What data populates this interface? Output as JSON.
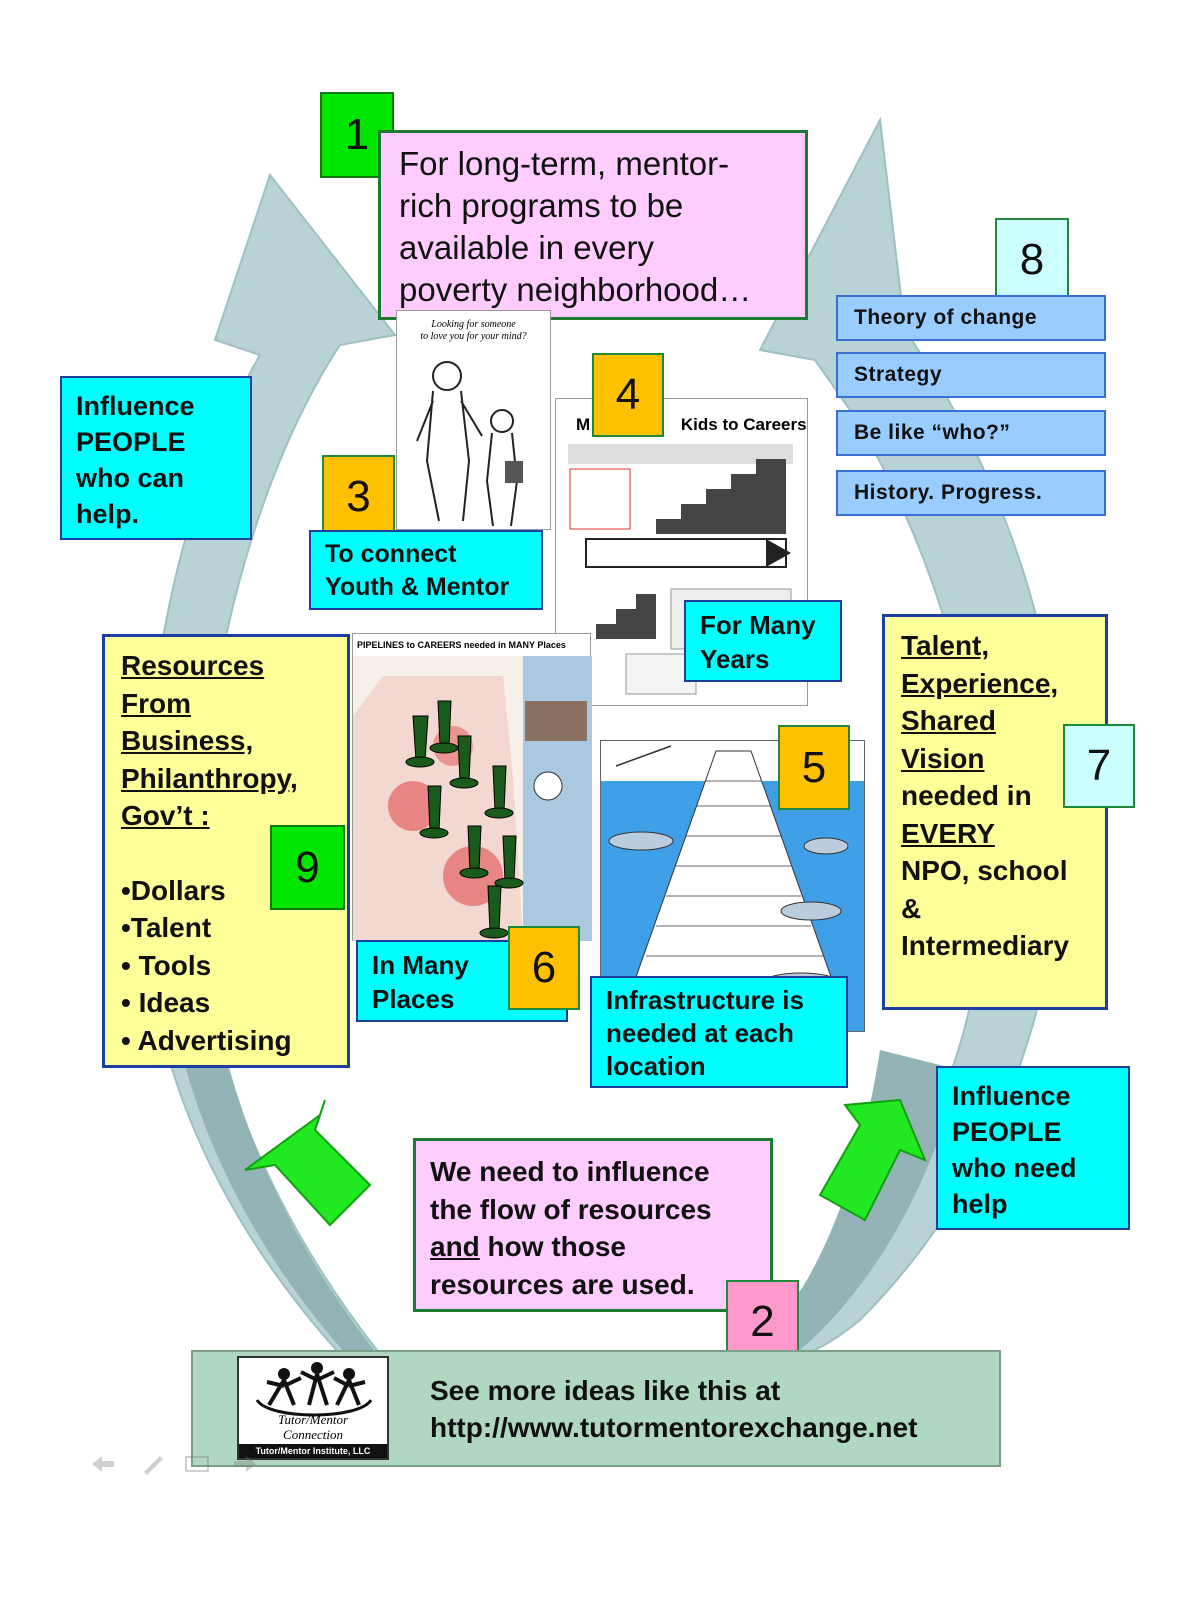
{
  "colors": {
    "cycle_arrow": "#b7d3d6",
    "cycle_arrow_dark": "#93b3b7",
    "green_arrow": "#22e822",
    "cyan": "#00ffff",
    "pink": "#ffccff",
    "yellow": "#ffff99",
    "light_blue": "#99ccff",
    "number_green": "#00e600",
    "number_orange": "#ffc000",
    "number_pink": "#ff99cc",
    "number_lightcyan": "#ccffff",
    "footer": "#b0d8c0"
  },
  "box1": {
    "number": "1",
    "lines": [
      "For long-term, mentor-",
      "rich programs to be",
      "available in every",
      "poverty neighborhood…"
    ]
  },
  "box2": {
    "number": "2",
    "lines": [
      "We need to influence",
      "the flow of resources"
    ],
    "line3_underlined": "and",
    "line3_rest": " how those",
    "line4": "resources are used."
  },
  "box3": {
    "number": "3",
    "lines": [
      "To connect",
      "Youth & Mentor"
    ]
  },
  "box4": {
    "number": "4",
    "lines": [
      "For Many",
      "Years"
    ]
  },
  "box5": {
    "number": "5",
    "lines": [
      "Infrastructure is",
      "needed at each",
      "location"
    ]
  },
  "box6": {
    "number": "6",
    "lines": [
      "In Many",
      "Places"
    ]
  },
  "box7": {
    "number": "7",
    "underlined_lines": [
      "Talent,",
      "Experience,",
      "Shared",
      "Vision"
    ],
    "line5": "needed in",
    "line6": "EVERY",
    "line7": "NPO, school",
    "line8": "&",
    "line9": "Intermediary"
  },
  "box8": {
    "number": "8",
    "items": [
      "Theory of change",
      "Strategy",
      "Be like “who?”",
      "History. Progress."
    ]
  },
  "box9": {
    "number": "9",
    "underlined_lines": [
      "Resources",
      "From",
      "Business,",
      "Philanthropy,",
      "Gov’t :"
    ],
    "items": [
      "•Dollars",
      "•Talent",
      "• Tools",
      "• Ideas",
      "• Advertising"
    ]
  },
  "influence_help": [
    "Influence",
    "PEOPLE",
    "who can",
    "help."
  ],
  "influence_need": [
    "Influence",
    "PEOPLE",
    "who need",
    "help"
  ],
  "images": {
    "cartoon": {
      "caption": [
        "Looking for someone",
        "to love you for your mind?"
      ],
      "icon": "mentor-cartoon"
    },
    "careers": {
      "title_left": "M",
      "title_right": "Kids to Careers",
      "icon": "careers-chart"
    },
    "map": {
      "title": "PIPELINES to CAREERS needed in MANY Places",
      "icon": "chicago-map"
    },
    "iceberg": {
      "icon": "iceberg-infrastructure"
    }
  },
  "footer": {
    "logo_text1": "Tutor/Mentor",
    "logo_text2": "Connection",
    "logo_caption": "Tutor/Mentor Institute, LLC",
    "line1": "See more ideas like this at",
    "line2": "http://www.tutormentorexchange.net"
  }
}
